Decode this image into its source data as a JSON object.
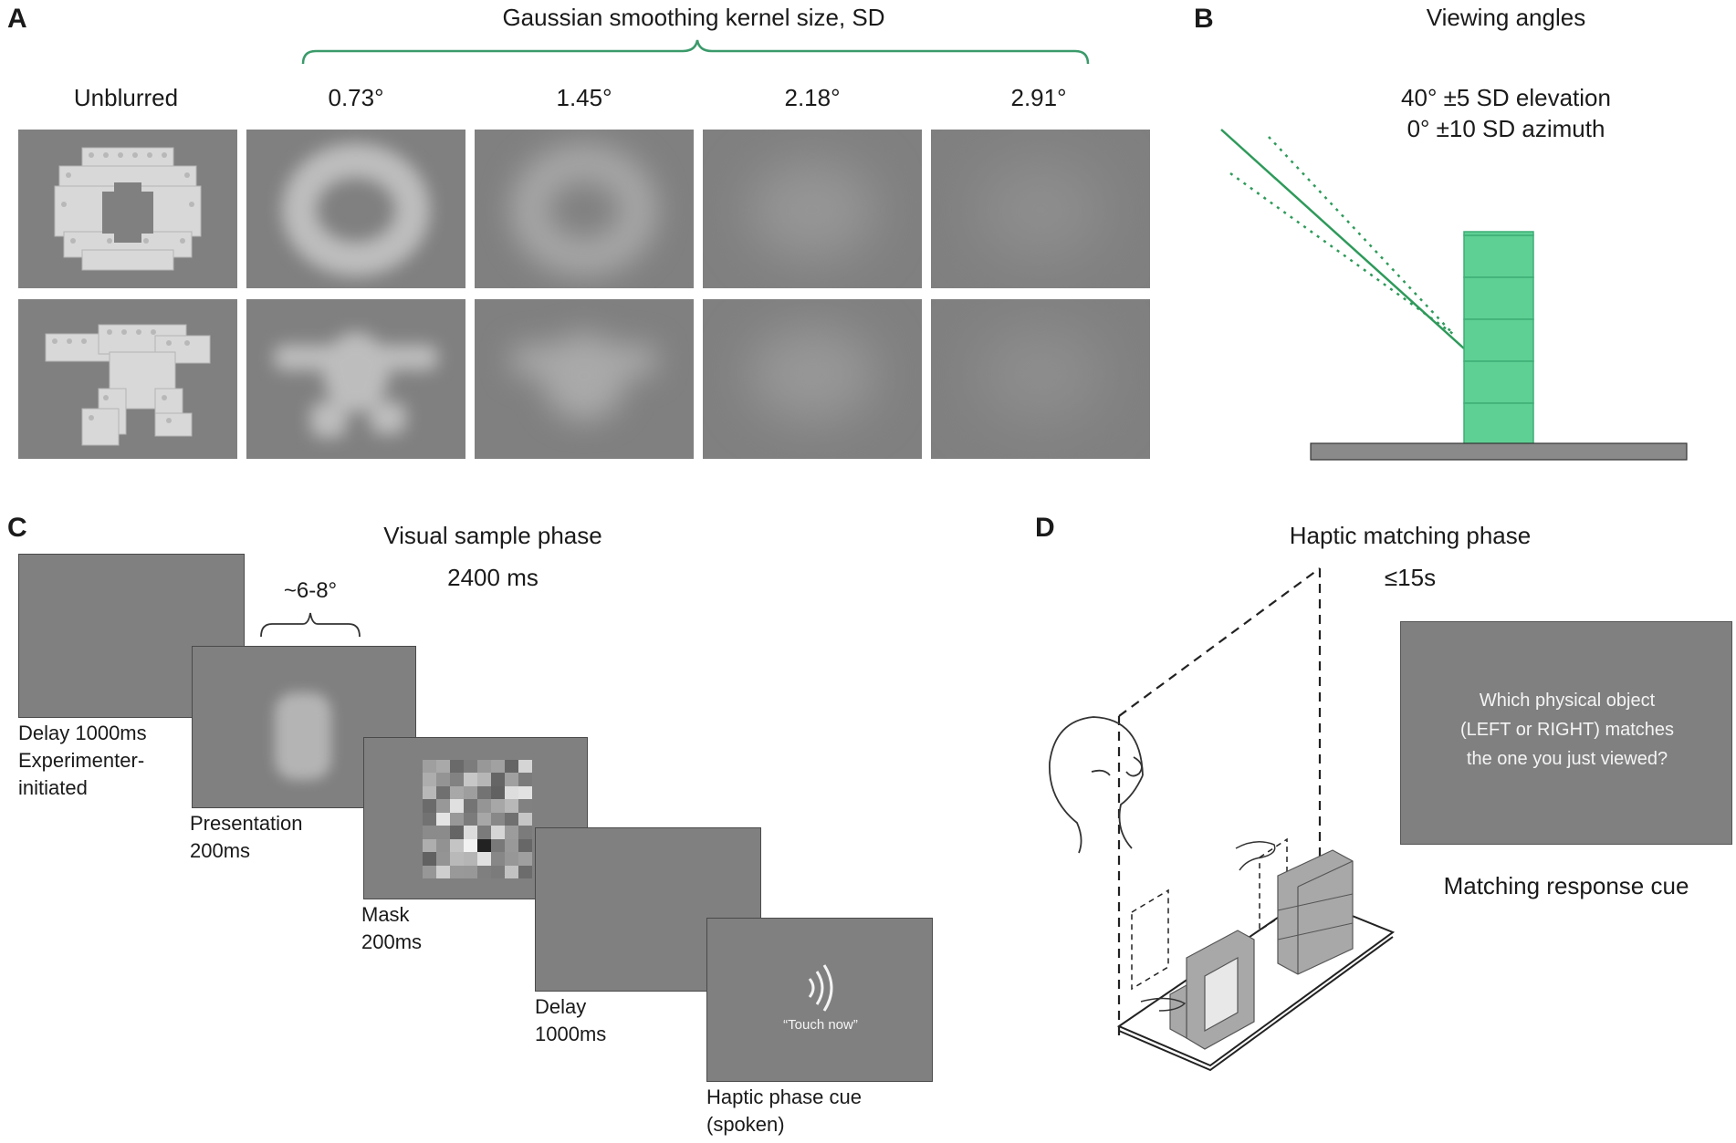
{
  "panels": {
    "a": {
      "letter": "A",
      "header": "Gaussian smoothing kernel size, SD",
      "columns": [
        "Unblurred",
        "0.73°",
        "1.45°",
        "2.18°",
        "2.91°"
      ],
      "kernel_sd_deg": [
        0,
        0.73,
        1.45,
        2.18,
        2.91
      ]
    },
    "b": {
      "letter": "B",
      "title": "Viewing angles",
      "elevation": "40° ±5 SD elevation",
      "azimuth": "0° ±10 SD azimuth",
      "colors": {
        "tower": "#5fd093",
        "line": "#2e9a5a",
        "base": "#888888"
      }
    },
    "c": {
      "letter": "C",
      "title": "Visual sample phase",
      "duration": "2400 ms",
      "extent": "~6-8°",
      "screens": [
        {
          "label_lines": [
            "Delay 1000ms",
            "Experimenter-",
            "initiated"
          ]
        },
        {
          "label_lines": [
            "Presentation",
            "200ms"
          ]
        },
        {
          "label_lines": [
            "Mask",
            "200ms"
          ]
        },
        {
          "label_lines": [
            "Delay",
            "1000ms"
          ]
        },
        {
          "label_lines": [
            "Haptic phase cue",
            "(spoken)"
          ],
          "cue_text": "“Touch now”"
        }
      ]
    },
    "d": {
      "letter": "D",
      "title": "Haptic matching phase",
      "duration": "≤15s",
      "prompt_lines": [
        "Which physical object",
        "(LEFT or RIGHT) matches",
        "the one you just viewed?"
      ],
      "cue_label": "Matching response cue"
    }
  }
}
